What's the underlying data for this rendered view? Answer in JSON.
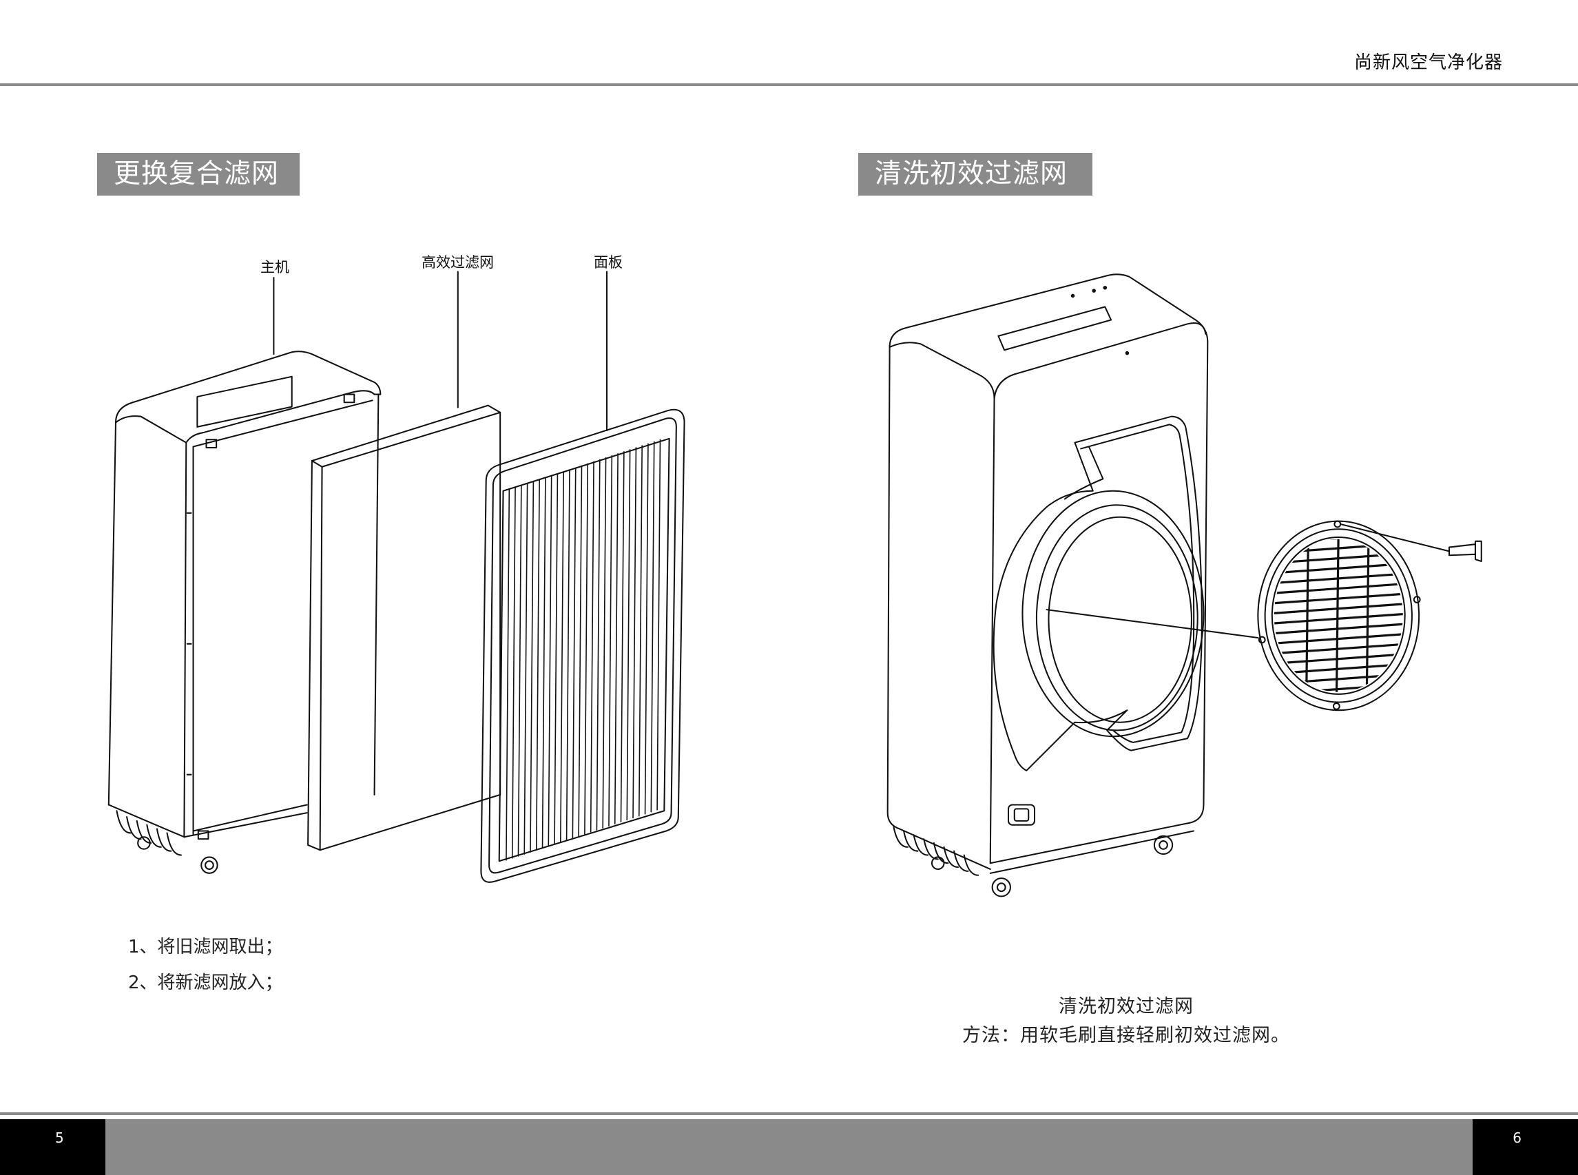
{
  "header": {
    "brand": "尚新风空气净化器"
  },
  "left_section": {
    "title": "更换复合滤网",
    "labels": {
      "main_unit": "主机",
      "hepa_filter": "高效过滤网",
      "panel": "面板"
    },
    "steps": [
      "1、将旧滤网取出；",
      "2、将新滤网放入；"
    ]
  },
  "right_section": {
    "title": "清洗初效过滤网",
    "caption_title": "清洗初效过滤网",
    "caption_method": "方法：用软毛刷直接轻刷初效过滤网。"
  },
  "footer": {
    "page_left": "5",
    "page_right": "6"
  },
  "colors": {
    "accent_gray": "#8a8a8a",
    "footer_black": "#000000",
    "line": "#111111"
  }
}
